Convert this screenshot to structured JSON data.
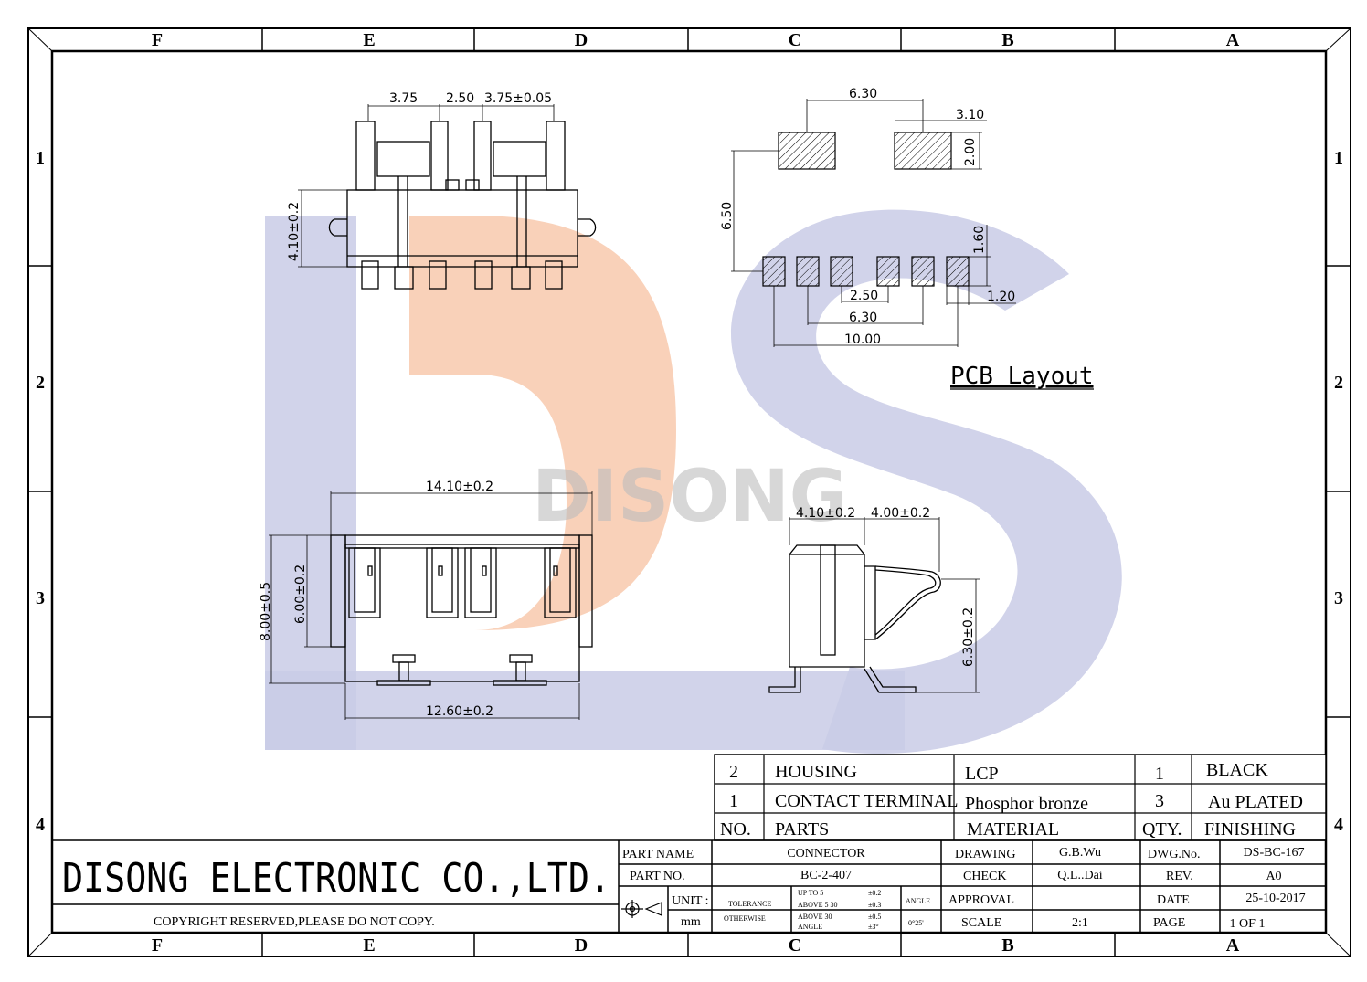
{
  "border": {
    "columns": [
      "F",
      "E",
      "D",
      "C",
      "B",
      "A"
    ],
    "rows": [
      "1",
      "2",
      "3",
      "4"
    ]
  },
  "watermark": {
    "text": "DISONG",
    "colors": {
      "d": "#f8c9ad",
      "s": "#c9cbe6",
      "text": "#c0c0c0"
    }
  },
  "top_view": {
    "dims": [
      "3.75",
      "2.50",
      "3.75±0.05",
      "4.10±0.2"
    ]
  },
  "pcb_layout": {
    "title": "PCB Layout",
    "dims": [
      "6.30",
      "3.10",
      "2.00",
      "6.50",
      "1.60",
      "2.50",
      "1.20",
      "6.30",
      "10.00"
    ]
  },
  "front_view": {
    "dims": [
      "14.10±0.2",
      "8.00±0.5",
      "6.00±0.2",
      "12.60±0.2"
    ]
  },
  "side_view": {
    "dims": [
      "4.10±0.2",
      "4.00±0.2",
      "6.30±0.2"
    ]
  },
  "bom": {
    "rows": [
      {
        "no": "2",
        "part": "HOUSING",
        "material": "LCP",
        "qty": "1",
        "finishing": "BLACK"
      },
      {
        "no": "1",
        "part": "CONTACT TERMINAL",
        "material": "Phosphor bronze",
        "qty": "3",
        "finishing": "Au PLATED"
      }
    ],
    "header": {
      "no": "NO.",
      "part": "PARTS",
      "material": "MATERIAL",
      "qty": "QTY.",
      "finishing": "FINISHING"
    }
  },
  "title_block": {
    "company": "DISONG ELECTRONIC CO.,LTD.",
    "copyright": "COPYRIGHT RESERVED,PLEASE DO NOT COPY.",
    "part_name_label": "PART NAME",
    "part_name": "CONNECTOR",
    "part_no_label": "PART NO.",
    "part_no": "BC-2-407",
    "unit_label": "UNIT :",
    "unit": "mm",
    "tolerance_label": "TOLERANCE",
    "otherwise_label": "OTHERWISE",
    "tol_rows": [
      {
        "range": "UP TO 5",
        "value": "±0.2"
      },
      {
        "range": "ABOVE 5  30",
        "value": "±0.3"
      },
      {
        "range": "ABOVE 30",
        "value": "±0.5"
      },
      {
        "range": "ANGLE",
        "value": "±3°"
      }
    ],
    "angle_label": "ANGLE",
    "angle_value": "0°25'",
    "drawing_label": "DRAWING",
    "drawing": "G.B.Wu",
    "check_label": "CHECK",
    "check": "Q.L..Dai",
    "approval_label": "APPROVAL",
    "approval": "",
    "scale_label": "SCALE",
    "scale": "2:1",
    "dwg_no_label": "DWG.No.",
    "dwg_no": "DS-BC-167",
    "rev_label": "REV.",
    "rev": "A0",
    "date_label": "DATE",
    "date": "25-10-2017",
    "page_label": "PAGE",
    "page": "1 OF 1"
  }
}
